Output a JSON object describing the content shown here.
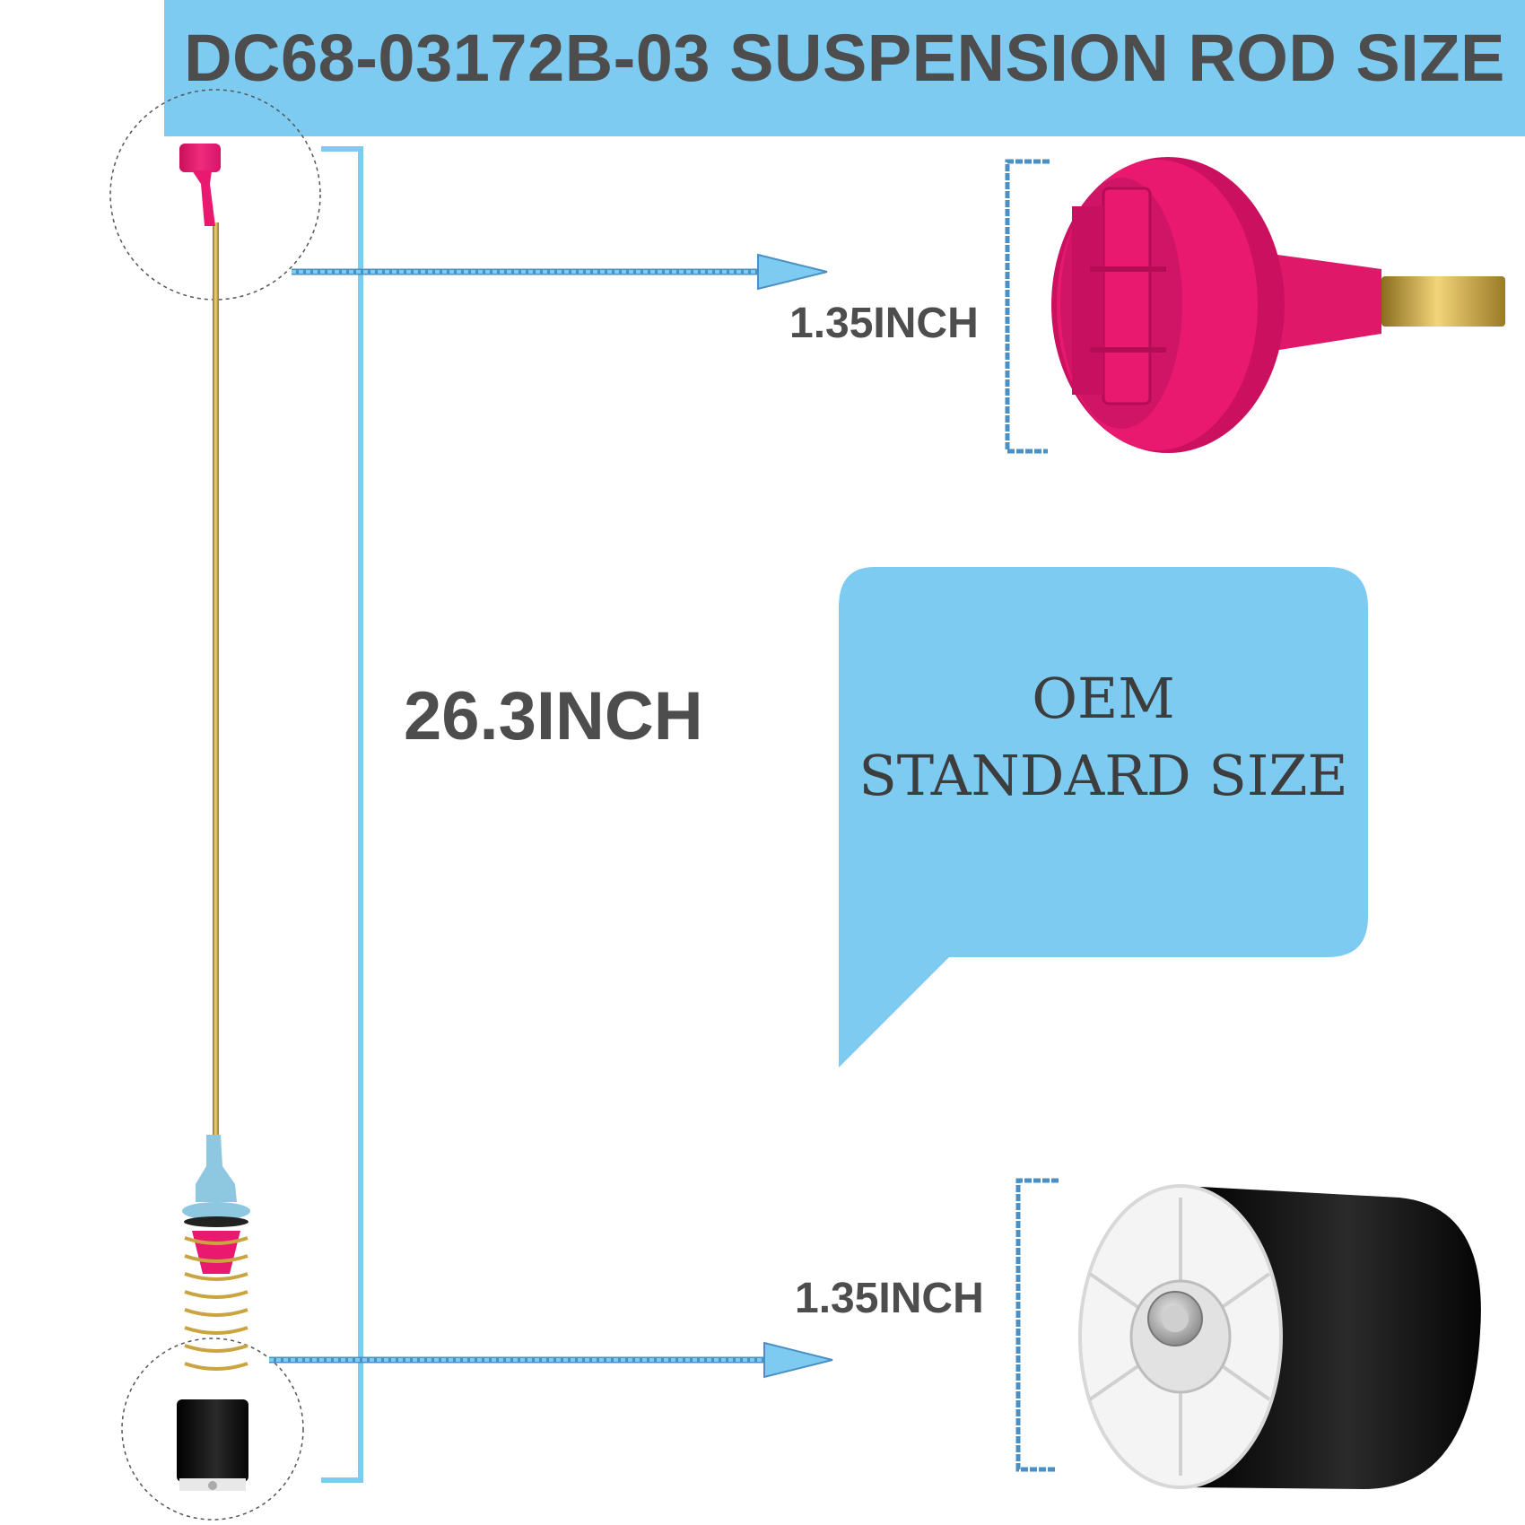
{
  "header": {
    "title": "DC68-03172B-03 SUSPENSION ROD SIZE"
  },
  "dimensions": {
    "top_part_height": "1.35INCH",
    "bottom_part_height": "1.35INCH",
    "rod_length": "26.3INCH"
  },
  "callout": {
    "line1": "OEM",
    "line2": "STANDARD SIZE"
  },
  "colors": {
    "accent_blue": "#7ecbf2",
    "text_gray": "#4d4d4d",
    "cap_pink": "#e8196e",
    "damper_black": "#111111",
    "rod_gold": "#c9a441",
    "collar_blue": "#8ec7e0"
  },
  "icons": [
    "suspension-rod-image",
    "top-cap-closeup",
    "bottom-damper-closeup",
    "arrow-icon",
    "bracket-icon"
  ]
}
